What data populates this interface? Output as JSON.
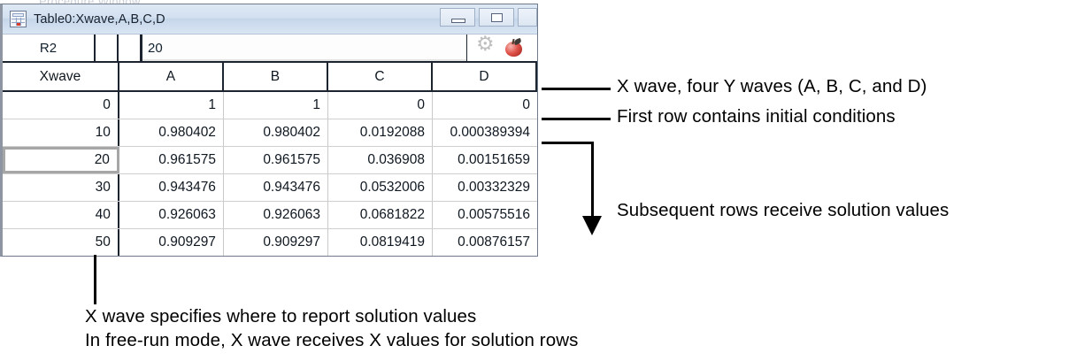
{
  "ghost_top_text": "Procedure Window ...",
  "window": {
    "title": "Table0:Xwave,A,B,C,D",
    "icon_name": "table-window-icon",
    "buttons": {
      "minimize": "minimize",
      "maximize": "maximize",
      "more": ""
    }
  },
  "entry_bar": {
    "cell_ref": "R2",
    "value": "20",
    "gear_icon": "gear-icon",
    "apple_icon": "apple-icon"
  },
  "table": {
    "columns": [
      "Xwave",
      "A",
      "B",
      "C",
      "D"
    ],
    "selected_cell": {
      "row": 2,
      "col": 0
    },
    "rows": [
      [
        "0",
        "1",
        "1",
        "0",
        "0"
      ],
      [
        "10",
        "0.980402",
        "0.980402",
        "0.0192088",
        "0.000389394"
      ],
      [
        "20",
        "0.961575",
        "0.961575",
        "0.036908",
        "0.00151659"
      ],
      [
        "30",
        "0.943476",
        "0.943476",
        "0.0532006",
        "0.00332329"
      ],
      [
        "40",
        "0.926063",
        "0.926063",
        "0.0681822",
        "0.00575516"
      ],
      [
        "50",
        "0.909297",
        "0.909297",
        "0.0819419",
        "0.00876157"
      ]
    ]
  },
  "annotations": {
    "waves": "X wave, four Y waves (A, B, C, and D)",
    "first_row": "First row contains initial conditions",
    "subsequent": "Subsequent rows receive solution values",
    "bottom_line1": "X wave specifies where to report solution values",
    "bottom_line2": "In free-run mode, X wave receives X values for solution rows"
  }
}
